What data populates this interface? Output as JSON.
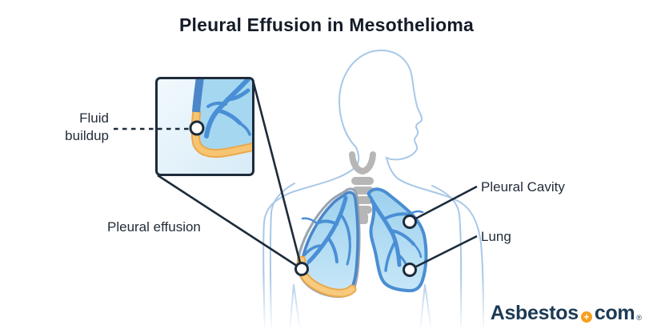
{
  "title": "Pleural Effusion in Mesothelioma",
  "callouts": {
    "fluid_buildup": {
      "label": "Fluid buildup"
    },
    "pleural_effusion": {
      "label": "Pleural effusion"
    },
    "pleural_cavity": {
      "label": "Pleural Cavity"
    },
    "lung": {
      "label": "Lung"
    }
  },
  "logo": {
    "brand": "Asbestos",
    "tld": "com",
    "plus_glyph": "+",
    "registered_mark": "®"
  },
  "colors": {
    "title_text": "#151c28",
    "label_text": "#232c3a",
    "callout_ink": "#1d2b3a",
    "body_outline_blue": "#a8c8e8",
    "trachea_gray": "#b6b6b6",
    "lung_fill_blue": "#a5d7f1",
    "lung_border_blue": "#4a8ed2",
    "vessel_blue": "#4a8fd6",
    "pleura_gray": "#9aa4ae",
    "pleural_space_fill": "#eef6fc",
    "fluid_orange": "#f7c572",
    "fluid_orange_edge": "#e9a94e",
    "inset_background": "#e3f1fa",
    "logo_navy": "#1c3a55",
    "logo_orange": "#f5a01e"
  }
}
